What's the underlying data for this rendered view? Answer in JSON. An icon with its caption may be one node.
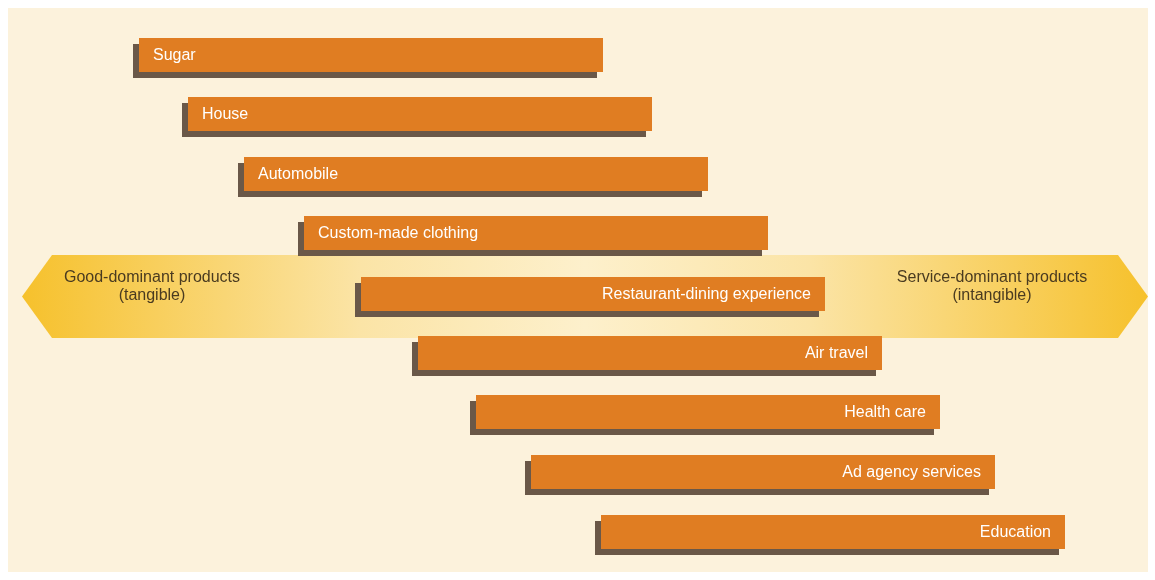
{
  "diagram": {
    "nodes": [
      {
        "text": [
          "Good-dominant products (tangible)",
          "Service-dominant products (intangible)"
        ]
      },
      {
        "text": [
          "Sugar"
        ]
      },
      {
        "text": [
          "House"
        ]
      },
      {
        "text": [
          "Automobile"
        ]
      },
      {
        "text": [
          "Custom-made clothing"
        ]
      },
      {
        "text": [
          "Restaurant-dining experience"
        ],
        "in": 0
      },
      {
        "text": [
          "Air travel"
        ]
      },
      {
        "text": [
          "Health care"
        ]
      },
      {
        "text": [
          "Ad agency services"
        ]
      },
      {
        "text": [
          "Education"
        ]
      }
    ]
  }
}
